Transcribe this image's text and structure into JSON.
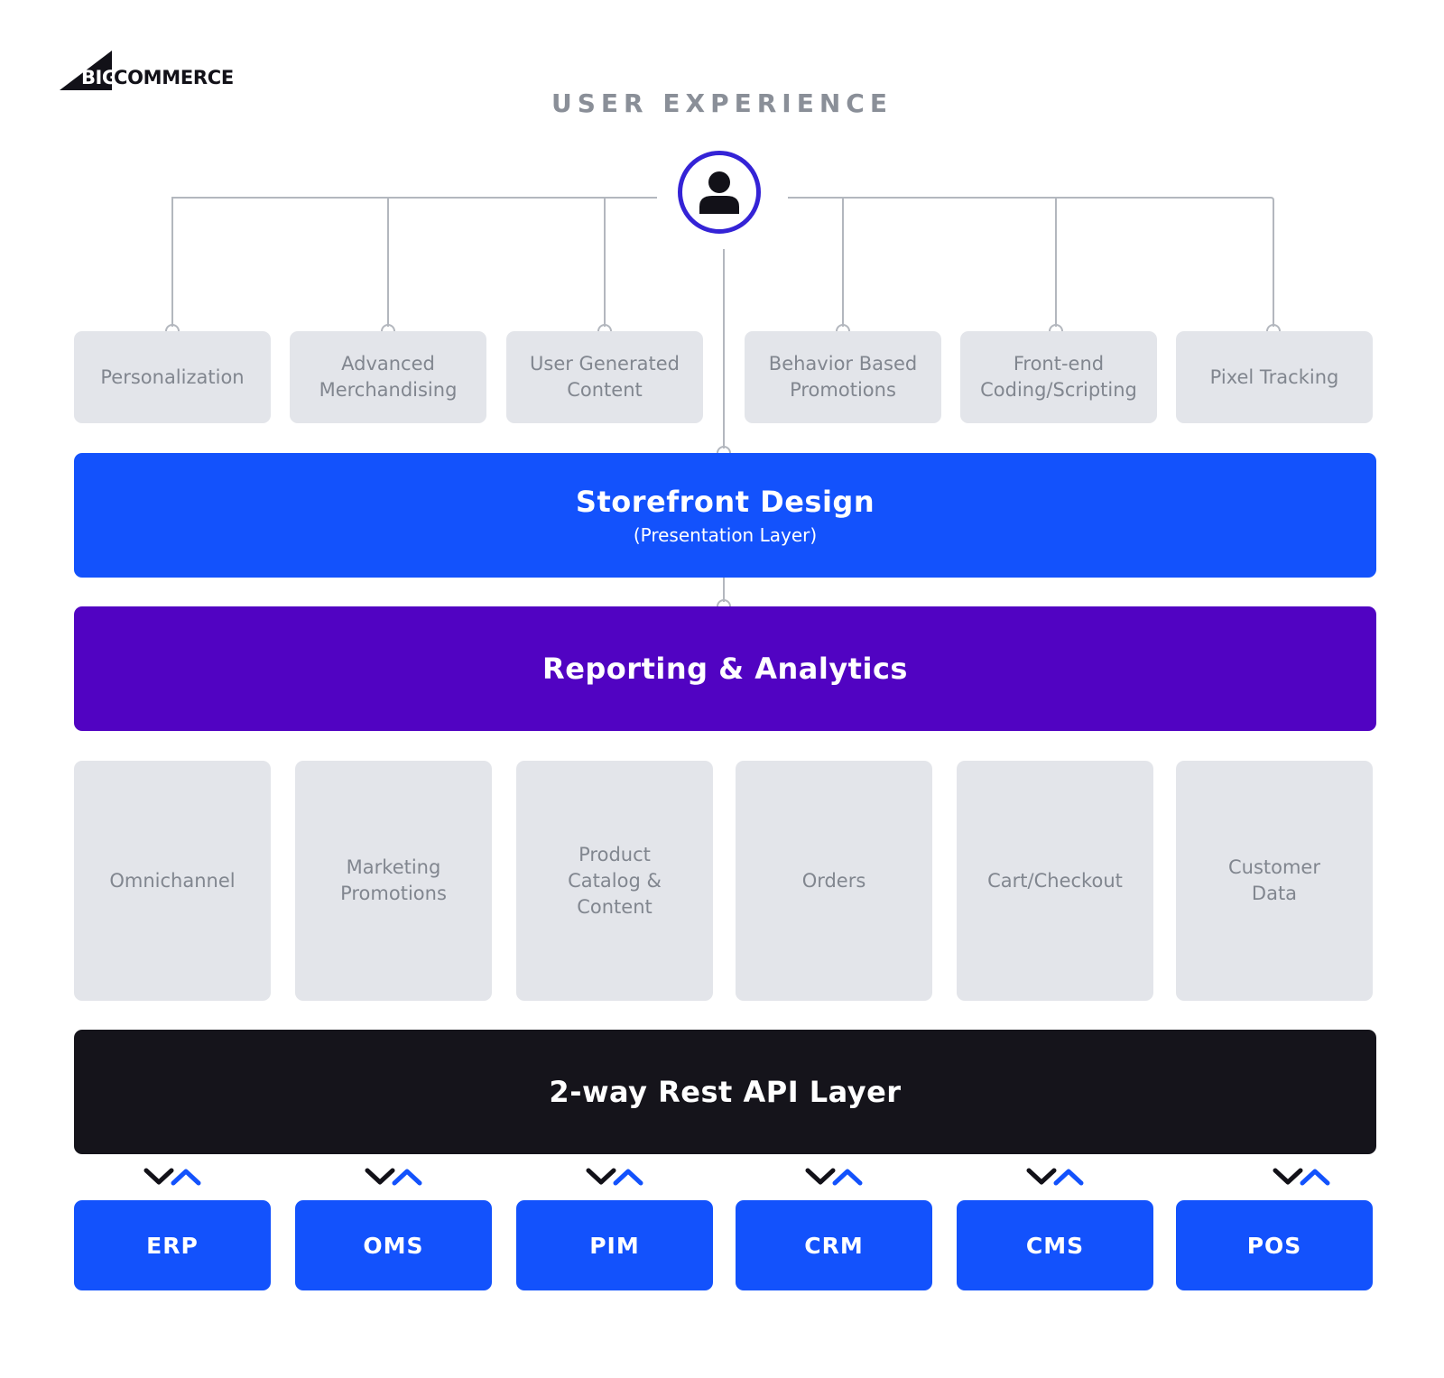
{
  "logo": {
    "big": "BIG",
    "rest": "COMMERCE"
  },
  "header": {
    "title": "USER EXPERIENCE"
  },
  "user_node": {
    "icon": "user-icon"
  },
  "experience_features": [
    "Personalization",
    "Advanced\nMerchandising",
    "User Generated\nContent",
    "Behavior Based\nPromotions",
    "Front-end\nCoding/Scripting",
    "Pixel Tracking"
  ],
  "storefront": {
    "title": "Storefront Design",
    "subtitle": "(Presentation Layer)"
  },
  "reporting": {
    "title": "Reporting & Analytics"
  },
  "core_modules": [
    "Omnichannel",
    "Marketing\nPromotions",
    "Product\nCatalog &\nContent",
    "Orders",
    "Cart/Checkout",
    "Customer\nData"
  ],
  "api_layer": {
    "title": "2-way Rest API Layer"
  },
  "systems": [
    "ERP",
    "OMS",
    "PIM",
    "CRM",
    "CMS",
    "POS"
  ],
  "colors": {
    "storefront": "#1352fc",
    "reporting": "#5103c2",
    "api": "#15141b",
    "system_box": "#1352fc",
    "feature_box": "#e3e5ea",
    "avatar_ring": "#3423d6",
    "arrow_down": "#121118",
    "arrow_up": "#1352fc"
  }
}
